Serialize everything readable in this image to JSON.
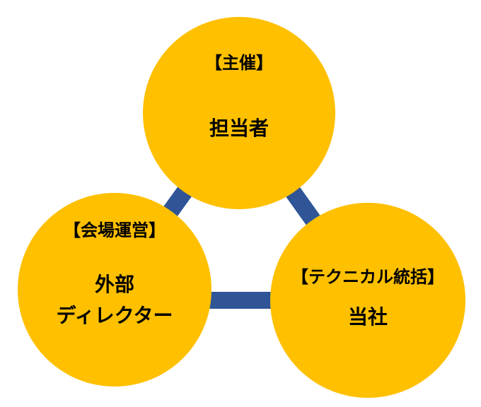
{
  "colors": {
    "circle_fill": "#FFC000",
    "connector": "#2F5597",
    "text": "#000000"
  },
  "nodes": {
    "top": {
      "role": "【主催】",
      "name": "担当者"
    },
    "left": {
      "role": "【会場運営】",
      "name_line1": "外部",
      "name_line2": "ディレクター"
    },
    "right": {
      "role": "【テクニカル統括】",
      "name": "当社"
    }
  }
}
